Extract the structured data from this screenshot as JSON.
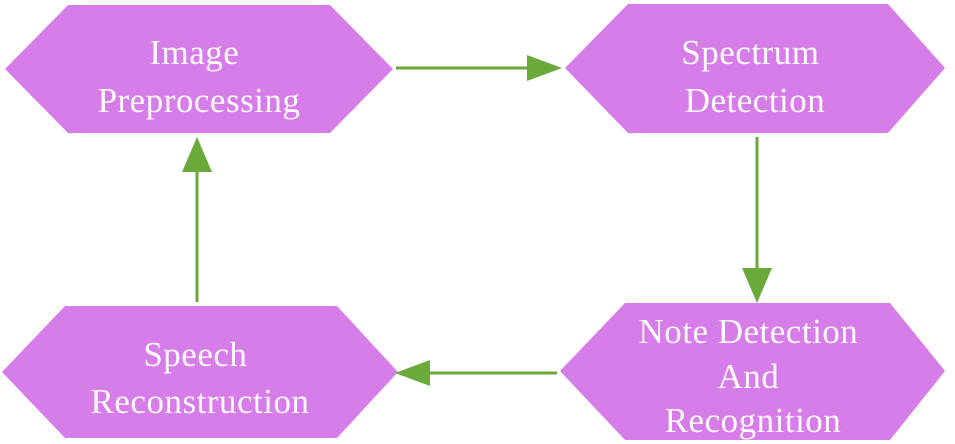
{
  "diagram": {
    "background_color": "#ffffff",
    "node_fill_color": "#d77de9",
    "node_text_color": "#fdfafd",
    "arrow_color": "#6aaa3a",
    "nodes": [
      {
        "id": "image-preprocessing",
        "shape": "hexagon",
        "lines": [
          "Image",
          "Preprocessing"
        ]
      },
      {
        "id": "spectrum-detection",
        "shape": "hexagon",
        "lines": [
          "Spectrum",
          "Detection"
        ]
      },
      {
        "id": "note-detection-and-recognition",
        "shape": "hexagon",
        "lines": [
          "Note Detection",
          "And",
          "Recognition"
        ]
      },
      {
        "id": "speech-reconstruction",
        "shape": "hexagon",
        "lines": [
          "Speech",
          "Reconstruction"
        ]
      }
    ],
    "arrows": [
      {
        "from": "image-preprocessing",
        "to": "spectrum-detection",
        "direction": "right"
      },
      {
        "from": "spectrum-detection",
        "to": "note-detection-and-recognition",
        "direction": "down"
      },
      {
        "from": "note-detection-and-recognition",
        "to": "speech-reconstruction",
        "direction": "left"
      },
      {
        "from": "speech-reconstruction",
        "to": "image-preprocessing",
        "direction": "up"
      }
    ]
  }
}
